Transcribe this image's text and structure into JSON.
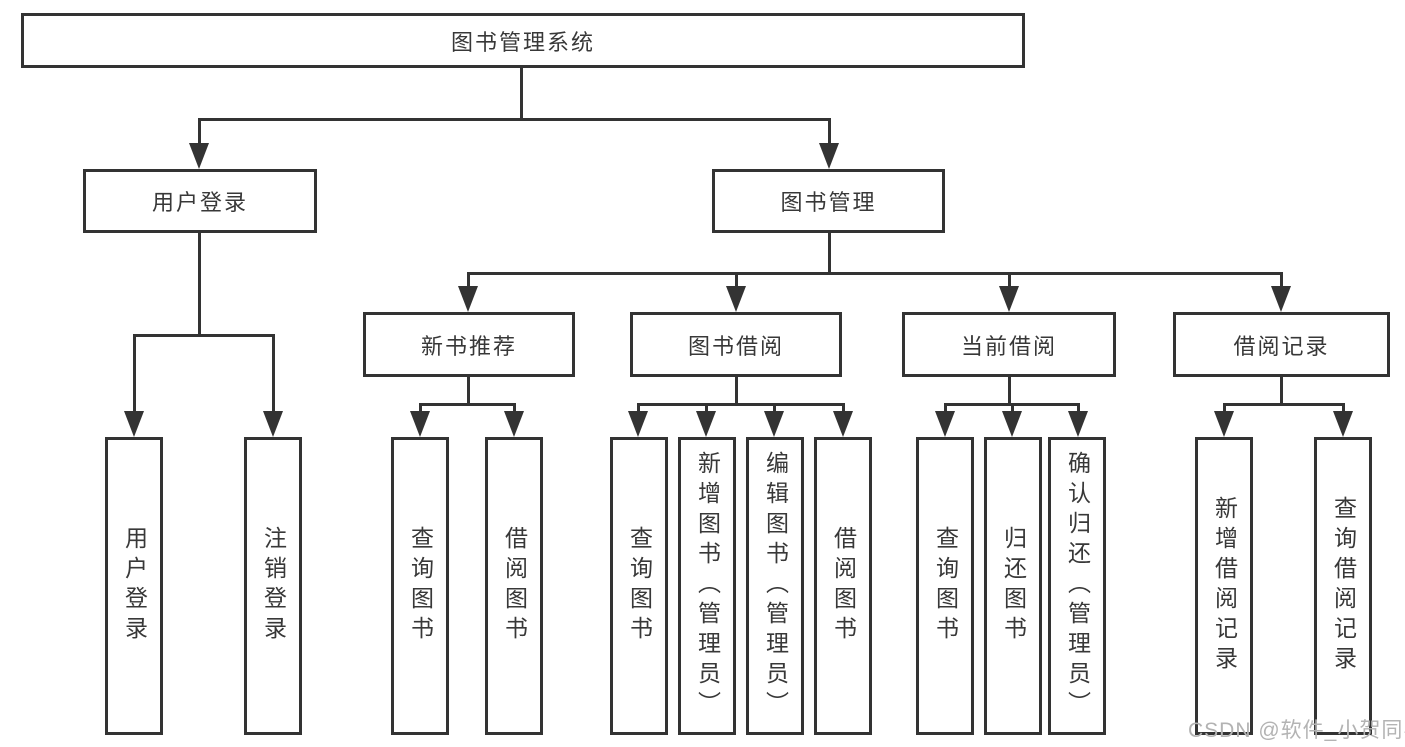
{
  "diagram": {
    "root": {
      "label": "图书管理系统"
    },
    "level2": [
      {
        "label": "用户登录"
      },
      {
        "label": "图书管理"
      }
    ],
    "level3": [
      {
        "label": "新书推荐"
      },
      {
        "label": "图书借阅"
      },
      {
        "label": "当前借阅"
      },
      {
        "label": "借阅记录"
      }
    ],
    "level4": {
      "user_login_children": [
        {
          "label": "用户登录"
        },
        {
          "label": "注销登录"
        }
      ],
      "new_book_children": [
        {
          "label": "查询图书"
        },
        {
          "label": "借阅图书"
        }
      ],
      "book_borrow_children": [
        {
          "label": "查询图书"
        },
        {
          "label": "新增图书（管理员）"
        },
        {
          "label": "编辑图书（管理员）"
        },
        {
          "label": "借阅图书"
        }
      ],
      "current_borrow_children": [
        {
          "label": "查询图书"
        },
        {
          "label": "归还图书"
        },
        {
          "label": "确认归还（管理员）"
        }
      ],
      "borrow_record_children": [
        {
          "label": "新增借阅记录"
        },
        {
          "label": "查询借阅记录"
        }
      ]
    }
  },
  "watermark": {
    "text": "CSDN @软件_小贺同学"
  },
  "colors": {
    "line": "#333333",
    "text": "#383838",
    "watermark": "#b3b3b3",
    "background": "#ffffff"
  }
}
